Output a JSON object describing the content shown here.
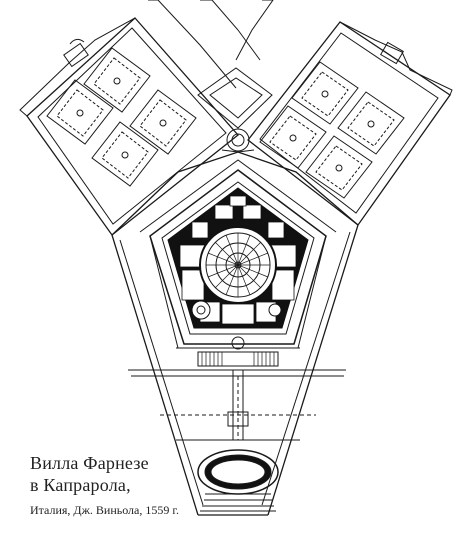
{
  "caption": {
    "line1": "Вилла Фарнезе",
    "line2": "в Капрарола,",
    "line3": "Италия, Дж. Виньола, 1559 г."
  },
  "colors": {
    "background": "#ffffff",
    "ink": "#1a1a1a",
    "dark_fill": "#111111"
  }
}
